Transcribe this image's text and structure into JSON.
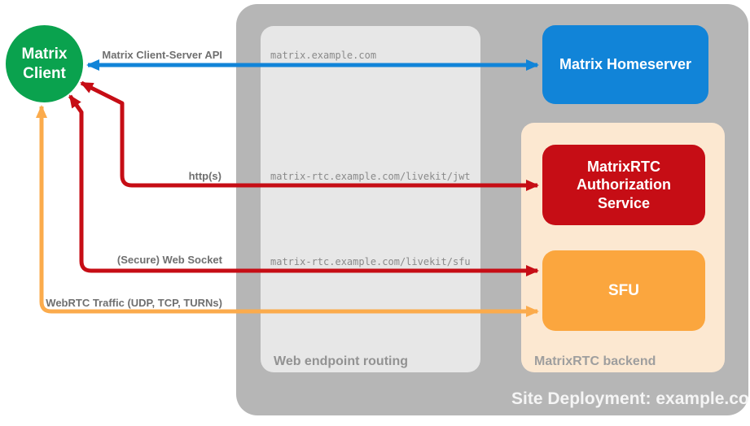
{
  "nodes": {
    "client": {
      "line1": "Matrix",
      "line2": "Client",
      "color": "#0aa24e"
    },
    "homeserver": {
      "label": "Matrix Homeserver",
      "color": "#1184d8"
    },
    "auth_service": {
      "label": "MatrixRTC Authorization Service",
      "color": "#c60d15"
    },
    "sfu": {
      "label": "SFU",
      "color": "#fba63e"
    }
  },
  "containers": {
    "site_deployment": {
      "label": "Site Deployment: example.com",
      "color": "#b6b6b6"
    },
    "web_endpoint_routing": {
      "label": "Web endpoint routing",
      "color": "#e7e7e7"
    },
    "matrixrtc_backend": {
      "label": "MatrixRTC backend",
      "color": "#fce8d1"
    }
  },
  "connections": [
    {
      "label": "Matrix Client-Server API",
      "endpoint_route": "matrix.example.com",
      "color": "#1184d8",
      "bidirectional": true
    },
    {
      "label": "http(s)",
      "endpoint_route": "matrix-rtc.example.com/livekit/jwt",
      "color": "#c60d15",
      "bidirectional": true
    },
    {
      "label": "(Secure) Web Socket",
      "endpoint_route": "matrix-rtc.example.com/livekit/sfu",
      "color": "#c60d15",
      "bidirectional": true
    },
    {
      "label": "WebRTC Traffic (UDP, TCP, TURNs)",
      "endpoint_route": "",
      "color": "#fbab4c",
      "bidirectional": true
    }
  ]
}
